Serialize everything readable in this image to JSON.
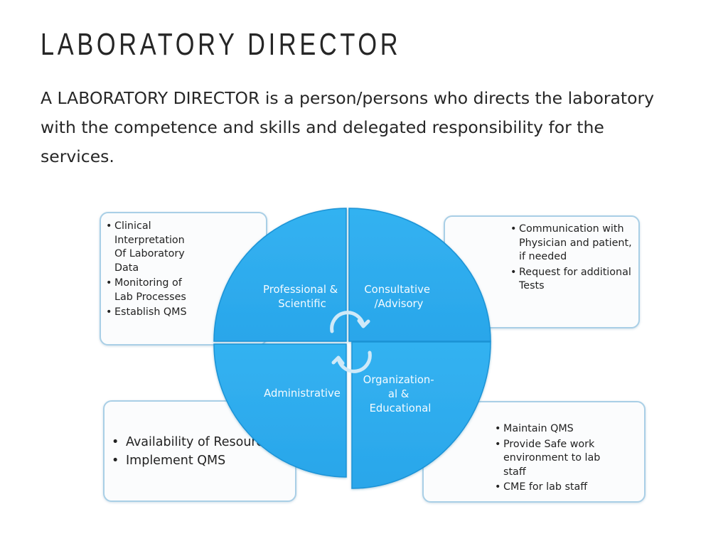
{
  "title": "LABORATORY DIRECTOR",
  "intro": "A LABORATORY DIRECTOR is a person/persons who directs the laboratory with the competence and skills and delegated responsibility for the services.",
  "quadrants": [
    {
      "key": "professional",
      "lines": [
        "Professional &",
        "Scientific"
      ]
    },
    {
      "key": "consultative",
      "lines": [
        "Consultative",
        "/Advisory"
      ]
    },
    {
      "key": "administrative",
      "lines": [
        "Administrative"
      ]
    },
    {
      "key": "organizational",
      "lines": [
        "Organization-",
        "al &",
        "Educational"
      ]
    }
  ],
  "boxes": {
    "top_left": [
      "Clinical Interpretation Of Laboratory Data",
      "Monitoring of Lab Processes",
      "Establish QMS"
    ],
    "top_right": [
      "Communication with Physician and patient, if needed",
      "Request for additional Tests"
    ],
    "bottom_left": [
      "Availability of Resources",
      "Implement QMS"
    ],
    "bottom_right": [
      "Maintain QMS",
      "Provide Safe work environment to lab staff",
      "CME for lab staff"
    ]
  },
  "colors": {
    "segment": "#2eacee",
    "segment_edge": "#1b93d6",
    "box_border": "#a9cfe6",
    "arrow": "#c5e4f6"
  },
  "icons": [
    "cycle-arrows-icon"
  ]
}
